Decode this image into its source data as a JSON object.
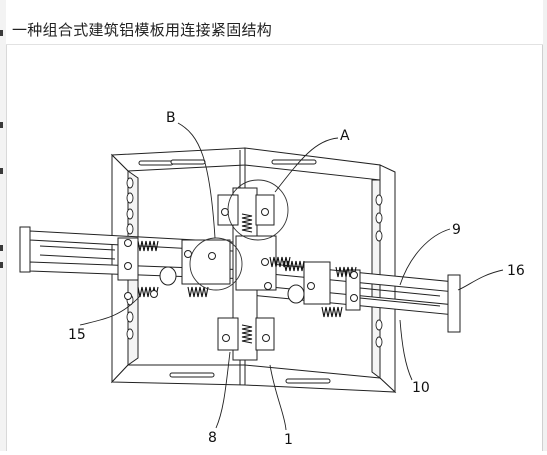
{
  "page": {
    "title": "一种组合式建筑铝模板用连接紧固结构"
  },
  "figure": {
    "labels": {
      "A": "A",
      "B": "B",
      "9": "9",
      "16": "16",
      "15": "15",
      "10": "10",
      "8": "8",
      "1": "1"
    }
  }
}
